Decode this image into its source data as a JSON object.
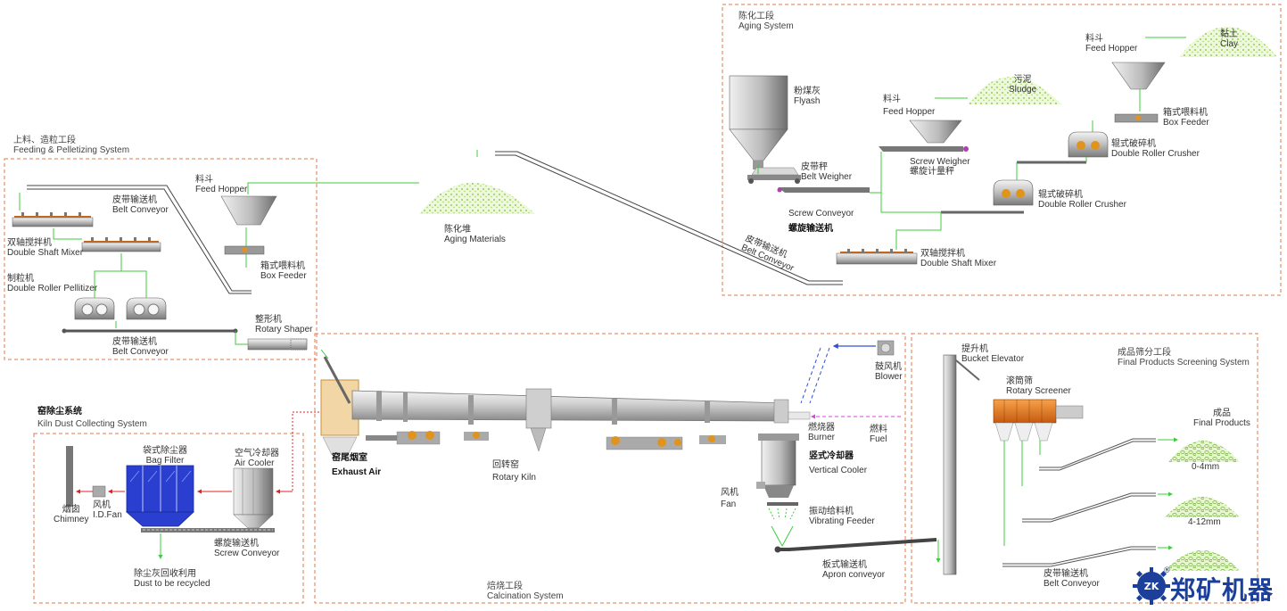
{
  "sections": {
    "aging": {
      "cn": "陈化工段",
      "en": "Aging System"
    },
    "feeding": {
      "cn": "上料、造粒工段",
      "en": "Feeding & Pelletizing System"
    },
    "kiln_dust": {
      "cn": "窑除尘系统",
      "en": "Kiln Dust Collecting System"
    },
    "calcination": {
      "cn": "焙烧工段",
      "en": "Calcination System"
    },
    "final": {
      "cn": "成品筛分工段",
      "en": "Final Products Screening System"
    }
  },
  "labels": {
    "flyash": {
      "cn": "粉煤灰",
      "en": "Flyash"
    },
    "belt_weigher": {
      "cn": "皮带秤",
      "en": "Belt Weigher"
    },
    "screw_conveyor_top": {
      "en": "Screw Conveyor",
      "cn": "螺旋输送机"
    },
    "feed_hopper_mid": {
      "cn": "料斗",
      "en": "Feed Hopper"
    },
    "screw_weigher": {
      "en": "Screw Weigher",
      "cn": "螺旋计量秤"
    },
    "sludge": {
      "cn": "污泥",
      "en": "Sludge"
    },
    "feed_hopper_right": {
      "cn": "料斗",
      "en": "Feed Hopper"
    },
    "clay": {
      "cn": "黏土",
      "en": "Clay"
    },
    "box_feeder_right": {
      "cn": "箱式喂料机",
      "en": "Box Feeder"
    },
    "double_roller_crusher_1": {
      "cn": "辊式破碎机",
      "en": "Double Roller Crusher"
    },
    "double_roller_crusher_2": {
      "cn": "辊式破碎机",
      "en": "Double Roller Crusher"
    },
    "double_shaft_mixer_top": {
      "cn": "双轴搅拌机",
      "en": "Double Shaft Mixer"
    },
    "belt_conveyor_diag": {
      "cn": "皮带输送机",
      "en": "Belt Conveyor"
    },
    "aging_materials": {
      "cn": "陈化堆",
      "en": "Aging Materials"
    },
    "feed_hopper_left": {
      "cn": "料斗",
      "en": "Feed Hopper"
    },
    "belt_conveyor_left_top": {
      "cn": "皮带输送机",
      "en": "Belt Conveyor"
    },
    "box_feeder_left": {
      "cn": "箱式喂料机",
      "en": "Box Feeder"
    },
    "double_shaft_mixer_left": {
      "cn": "双轴搅拌机",
      "en": "Double Shaft Mixer"
    },
    "pellitizer": {
      "cn": "制粒机",
      "en": "Double Roller Pellitizer"
    },
    "belt_conveyor_left_bottom": {
      "cn": "皮带输送机",
      "en": "Belt Conveyor"
    },
    "rotary_shaper": {
      "cn": "整形机",
      "en": "Rotary Shaper"
    },
    "bag_filter": {
      "cn": "袋式除尘器",
      "en": "Bag Filter"
    },
    "air_cooler": {
      "cn": "空气冷却器",
      "en": "Air Cooler"
    },
    "chimney": {
      "cn": "烟囱",
      "en": "Chimney"
    },
    "id_fan": {
      "cn": "风机",
      "en": "I.D.Fan"
    },
    "screw_conveyor_dust": {
      "cn": "螺旋输送机",
      "en": "Screw Conveyor"
    },
    "dust_recycled": {
      "cn": "除尘灰回收利用",
      "en": "Dust to be recycled"
    },
    "exhaust_air": {
      "cn": "窑尾烟室",
      "en": "Exhaust Air"
    },
    "rotary_kiln": {
      "cn": "回转窑",
      "en": "Rotary Kiln"
    },
    "blower": {
      "cn": "鼓风机",
      "en": "Blower"
    },
    "burner": {
      "cn": "燃烧器",
      "en": "Burner"
    },
    "fuel": {
      "cn": "燃料",
      "en": "Fuel"
    },
    "vertical_cooler": {
      "cn": "竖式冷却器",
      "en": "Vertical Cooler"
    },
    "fan": {
      "cn": "风机",
      "en": "Fan"
    },
    "vibrating_feeder": {
      "cn": "振动给料机",
      "en": "Vibrating Feeder"
    },
    "apron_conveyor": {
      "cn": "板式输送机",
      "en": "Apron conveyor"
    },
    "bucket_elevator": {
      "cn": "提升机",
      "en": "Bucket Elevator"
    },
    "rotary_screener": {
      "cn": "滚筒筛",
      "en": "Rotary Screener"
    },
    "final_products": {
      "cn": "成品",
      "en": "Final Products"
    },
    "size_1": "0-4mm",
    "size_2": "4-12mm",
    "belt_conveyor_final": {
      "cn": "皮带输送机",
      "en": "Belt Conveyor"
    }
  },
  "brand": {
    "name": "郑矿机器",
    "mark": "ZK",
    "registered": "®"
  },
  "colors": {
    "zone_border": "#e07a4a",
    "flow_arrow": "#3ecb3e",
    "fuel_line": "#e040e0",
    "air_line": "#3050d0",
    "gas_line": "#e02020",
    "pile": "#c8e8a0",
    "brand": "#1b3f9a",
    "bag_filter": "#2a3fd0"
  }
}
